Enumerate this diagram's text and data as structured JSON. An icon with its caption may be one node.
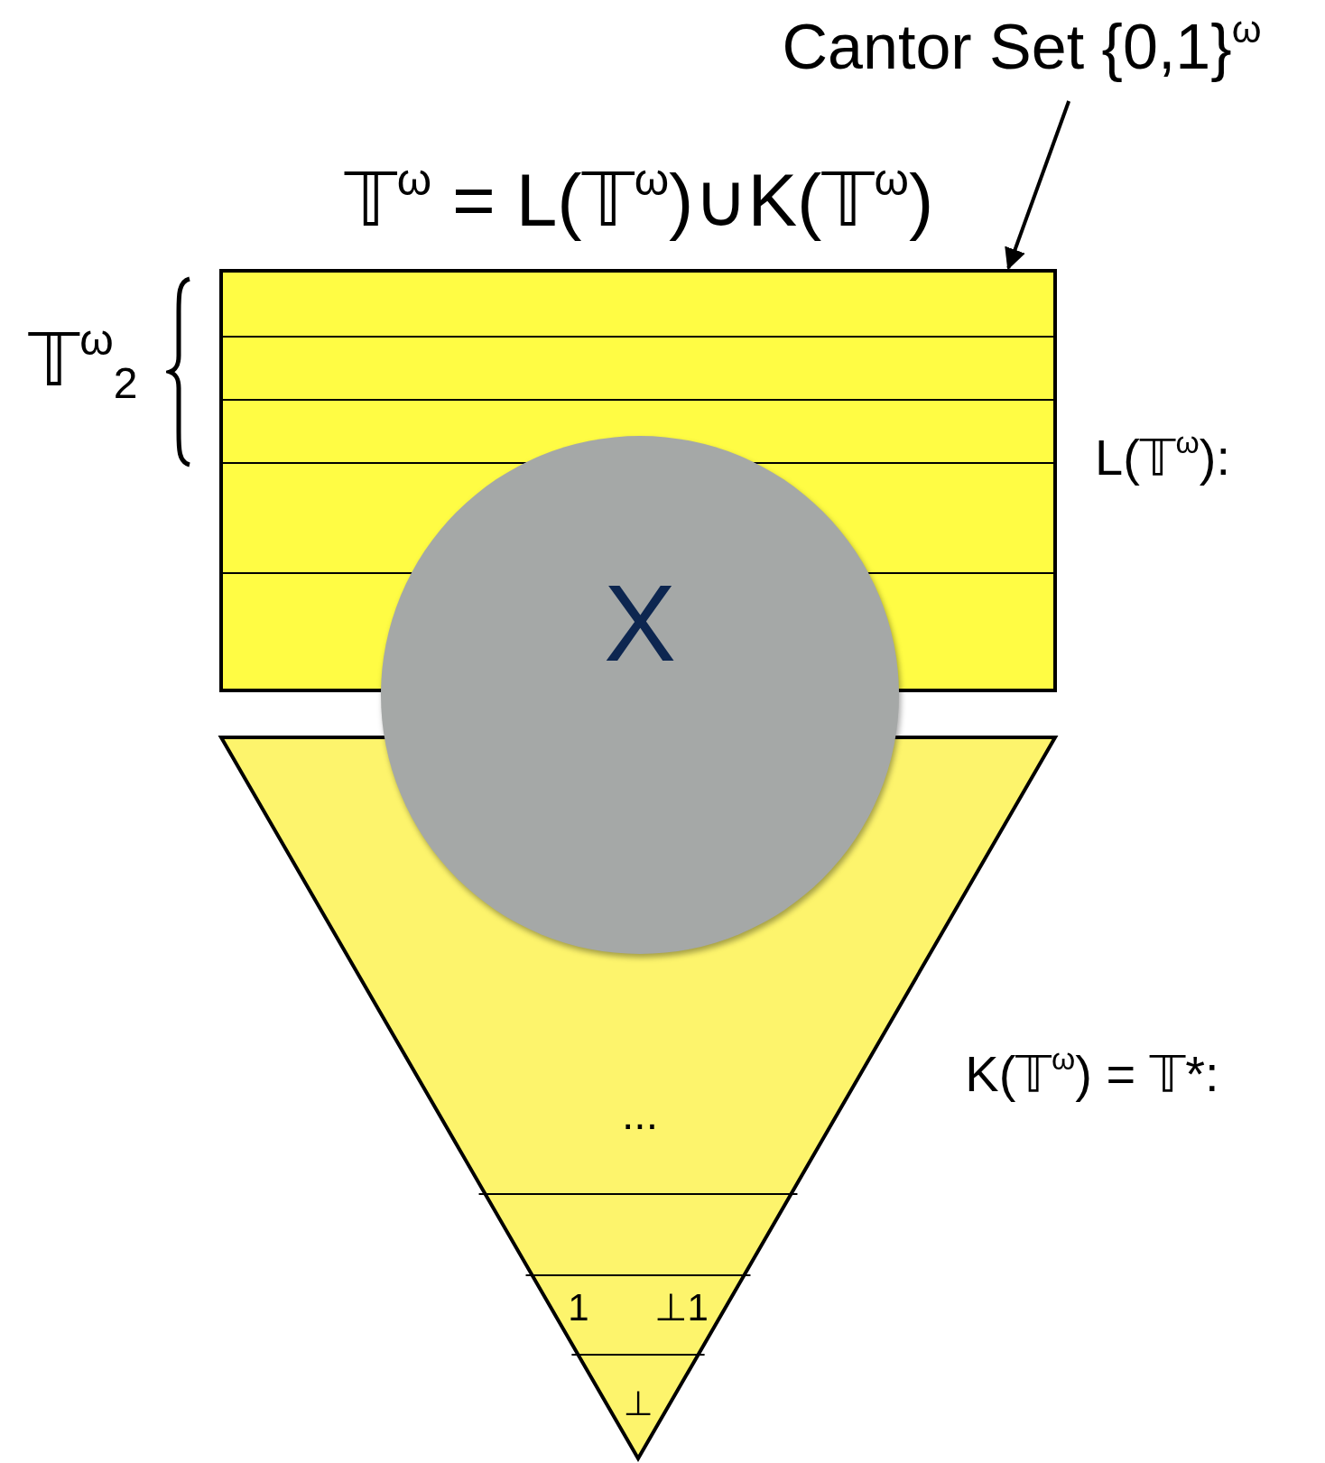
{
  "diagram": {
    "title": "𝕋$^{ω}$ = L(𝕋$^{ω}$)∪K(𝕋$^{ω}$)",
    "nodes": [
      {
        "text": [
          "Cantor Set {0,1}$^{ω}$"
        ]
      },
      {
        "text": [],
        "shape": "box",
        "beside": [
          "L(𝕋$^{ω}$):"
        ]
      },
      {
        "text": [
          "X"
        ]
      },
      {
        "text": [
          "...",
          "1",
          "⊥1",
          "⊥"
        ],
        "beside": [
          "K(𝕋$^{ω}$) = 𝕋*:"
        ]
      }
    ],
    "edges": [
      {
        "from": 0,
        "to": 1,
        "arrow": "to"
      }
    ],
    "labels": [
      "𝕋$^{ω}$$_{2}$"
    ]
  }
}
